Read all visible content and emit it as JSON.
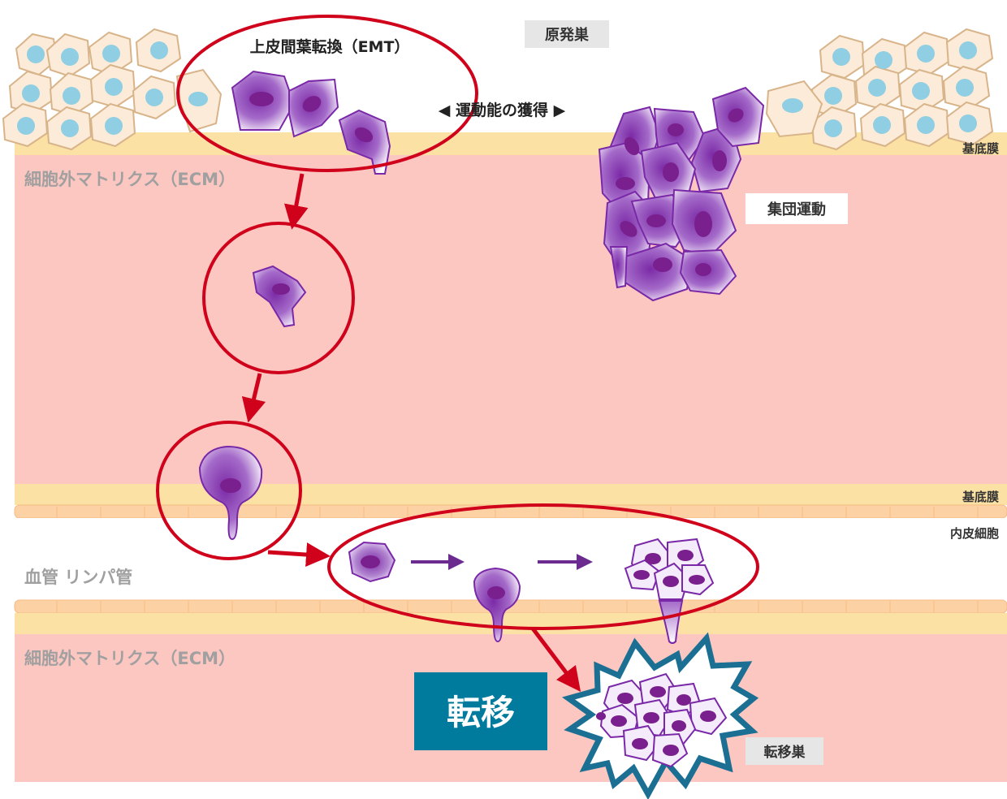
{
  "labels": {
    "primary_tumor": "原発巣",
    "emt": "上皮間葉転換（EMT）",
    "motility": "◀ 運動能の獲得 ▶",
    "basement_membrane_top": "基底膜",
    "ecm_top": "細胞外マトリクス（ECM）",
    "collective_migration": "集団運動",
    "basement_membrane_mid": "基底膜",
    "endothelial": "内皮細胞",
    "vessel": "血管 リンパ管",
    "ecm_bottom": "細胞外マトリクス（ECM）",
    "metastasis": "転移",
    "metastatic_site": "転移巣"
  },
  "colors": {
    "ecm": "#fcc6c1",
    "membrane": "#fbe1a4",
    "epithelial_fill": "#fcebd8",
    "nucleus_blue": "#8fcee3",
    "cancer_purple": "#7a28a8",
    "circle_red": "#d0021b",
    "arrow_purple": "#6b2b8f",
    "metastasis_box": "#007b9e",
    "label_box": "#e6e6e6"
  }
}
